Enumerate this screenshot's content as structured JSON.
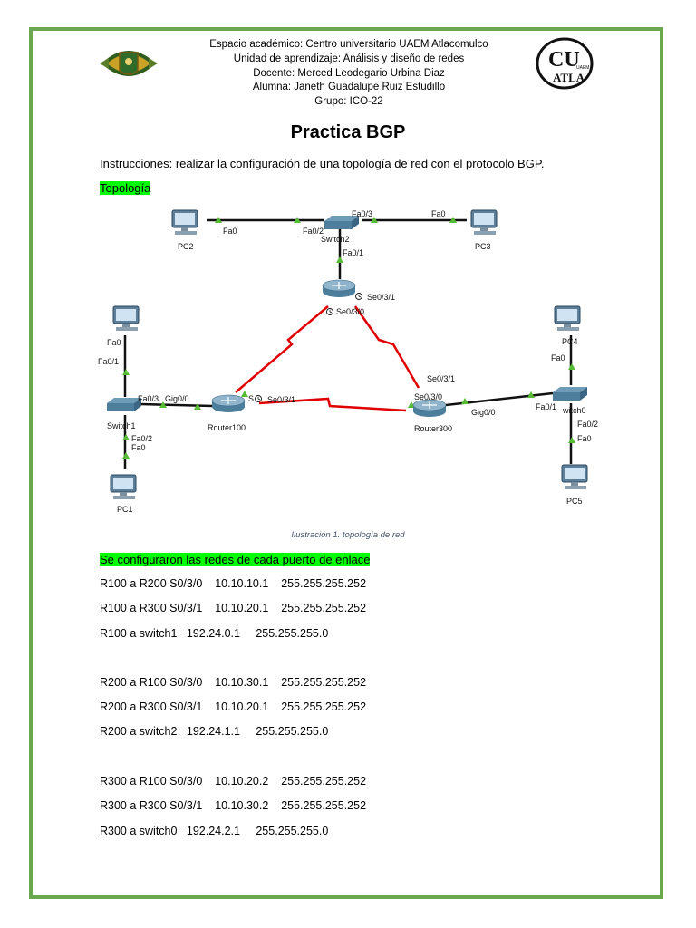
{
  "header": {
    "line1": "Espacio académico: Centro universitario UAEM Atlacomulco",
    "line2": "Unidad de aprendizaje: Análisis y diseño de redes",
    "line3": "Docente: Merced Leodegario Urbina Diaz",
    "line4": "Alumna: Janeth Guadalupe Ruiz Estudillo",
    "line5": "Grupo: ICO-22"
  },
  "logos": {
    "right_main": "CU",
    "right_sub": "ATLA",
    "right_small": "UAEM"
  },
  "title": "Practica BGP",
  "instructions": "Instrucciones: realizar la configuración de una topología de red con el protocolo BGP.",
  "topology_label": "Topología",
  "diagram": {
    "devices": {
      "pc2": "PC2",
      "pc3": "PC3",
      "pc1": "PC1",
      "pc4": "PC4",
      "pc5": "PC5",
      "switch2": "Switch2",
      "switch1": "Switch1",
      "switch0": "witch0",
      "router100": "Router100",
      "router300": "Router300"
    },
    "ports": {
      "pc2_fa0": "Fa0",
      "sw2_fa02": "Fa0/2",
      "sw2_fa03": "Fa0/3",
      "pc3_fa0": "Fa0",
      "sw2_fa01": "Fa0/1",
      "r200_se031": "Se0/3/1",
      "r200_se030": "Se0/3/0",
      "pc1top_fa0": "Fa0",
      "sw1_fa01": "Fa0/1",
      "sw1_fa03": "Fa0/3",
      "r100_gig00": "Gig0/0",
      "r100_se": "S",
      "r100_se031": "Se0/3/1",
      "sw1_fa02": "Fa0/2",
      "pc1_fa0": "Fa0",
      "r300_se031": "Se0/3/1",
      "r300_se030": "Se0/3/0",
      "r300_gig00": "Gig0/0",
      "sw0_fa01": "Fa0/1",
      "pc4_fa0": "Fa0",
      "sw0_fa02": "Fa0/2",
      "pc5_fa0": "Fa0"
    }
  },
  "caption": "Ilustración 1. topología de red",
  "section_title": "Se configuraron las redes de cada puerto de enlace",
  "configs": [
    {
      "link": "R100 a R200 S0/3/0",
      "ip": "10.10.10.1",
      "mask": "255.255.255.252"
    },
    {
      "link": "R100 a R300 S0/3/1",
      "ip": "10.10.20.1",
      "mask": "255.255.255.252"
    },
    {
      "link": "R100 a switch1",
      "ip": "192.24.0.1",
      "mask": "255.255.255.0"
    },
    {
      "link": "R200 a R100 S0/3/0",
      "ip": "10.10.30.1",
      "mask": "255.255.255.252"
    },
    {
      "link": "R200 a R300 S0/3/1",
      "ip": "10.10.20.1",
      "mask": "255.255.255.252"
    },
    {
      "link": "R200 a switch2",
      "ip": "192.24.1.1",
      "mask": "255.255.255.0"
    },
    {
      "link": "R300 a R100 S0/3/0",
      "ip": "10.10.20.2",
      "mask": "255.255.255.252"
    },
    {
      "link": "R300 a R300 S0/3/1",
      "ip": "10.10.30.2",
      "mask": "255.255.255.252"
    },
    {
      "link": "R300 a switch0",
      "ip": "192.24.2.1",
      "mask": "255.255.255.0"
    }
  ]
}
